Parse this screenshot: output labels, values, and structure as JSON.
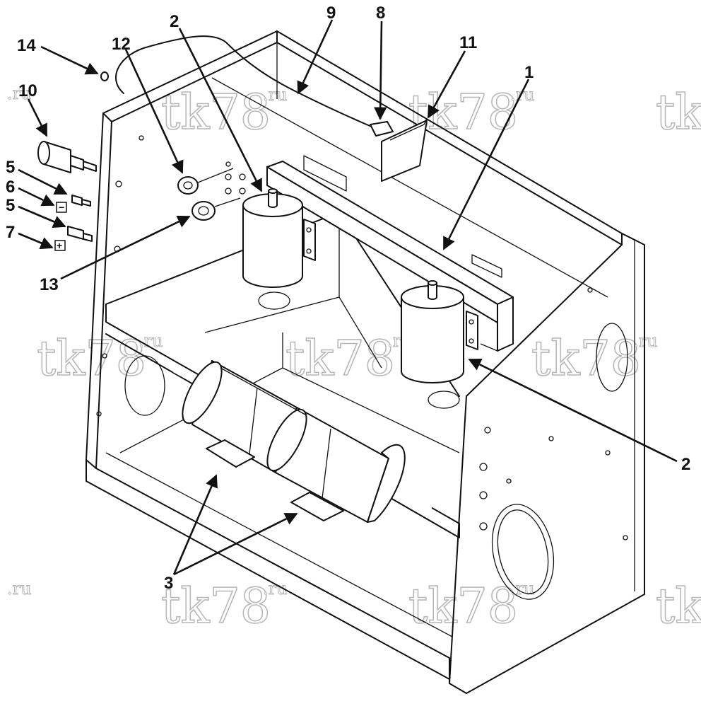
{
  "callouts": {
    "c1": "1",
    "c2a": "2",
    "c2b": "2",
    "c3": "3",
    "c5a": "5",
    "c5b": "5",
    "c6": "6",
    "c7": "7",
    "c8": "8",
    "c9": "9",
    "c10": "10",
    "c11": "11",
    "c12": "12",
    "c13": "13",
    "c14": "14"
  },
  "symbols": {
    "minus": "−",
    "plus": "+"
  },
  "watermark": {
    "main": "tk78",
    "suffix": ".ru",
    "partial_main": "8",
    "partial_left": "tk"
  },
  "colors": {
    "line": "#111111",
    "watermark_stroke": "#b8b8b8",
    "background": "#ffffff"
  }
}
